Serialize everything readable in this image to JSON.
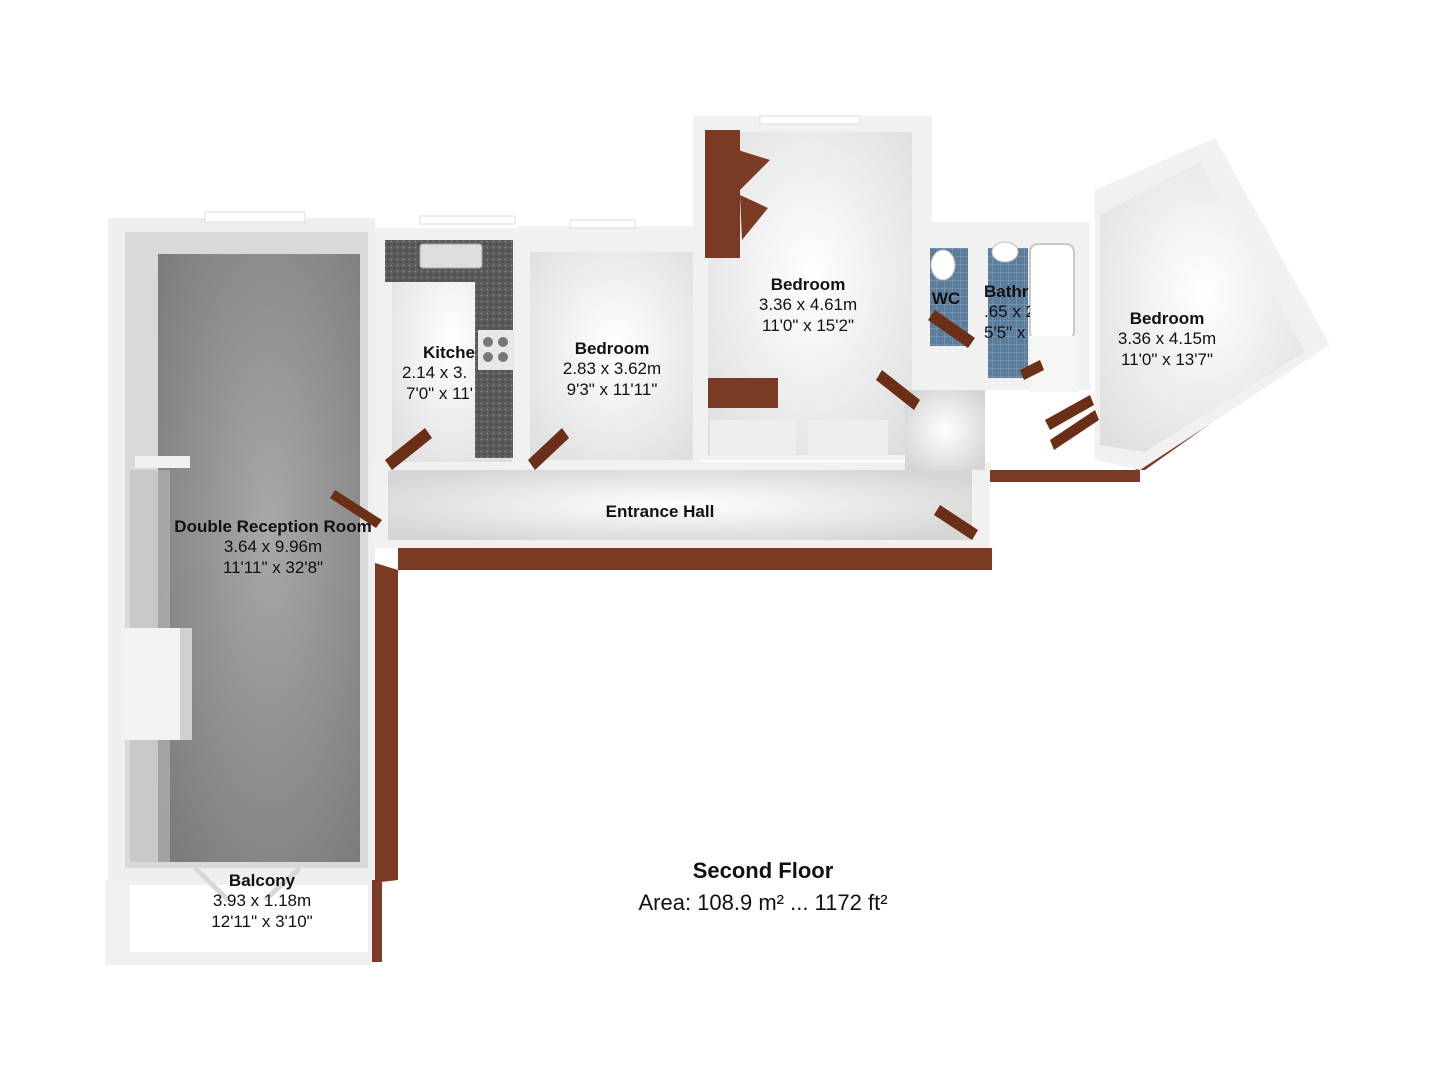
{
  "floor": {
    "title": "Second Floor",
    "area": "Area: 108.9 m² ... 1172 ft²"
  },
  "rooms": {
    "reception": {
      "name": "Double Reception Room",
      "metric": "3.64 x 9.96m",
      "imperial": "11'11\" x 32'8\""
    },
    "balcony": {
      "name": "Balcony",
      "metric": "3.93 x 1.18m",
      "imperial": "12'11\" x 3'10\""
    },
    "kitchen": {
      "name": "Kitchen",
      "metric": "2.14 x 3.",
      "imperial": "7'0\" x 11'"
    },
    "bedroom1": {
      "name": "Bedroom",
      "metric": "2.83 x 3.62m",
      "imperial": "9'3\" x 11'11\""
    },
    "bedroom2": {
      "name": "Bedroom",
      "metric": "3.36 x 4.61m",
      "imperial": "11'0\" x 15'2\""
    },
    "wc": {
      "name": "WC"
    },
    "bathroom": {
      "name": "Bathr",
      "metric": ".65 x 2",
      "imperial": "5'5\" x"
    },
    "bedroom3": {
      "name": "Bedroom",
      "metric": "3.36 x 4.15m",
      "imperial": "11'0\" x 13'7\""
    },
    "hall": {
      "name": "Entrance Hall"
    }
  },
  "colors": {
    "wall_top": "#f4f4f4",
    "wall_side": "#7a3a24",
    "reception_floor": "#8e8e8e",
    "room_floor": "#ffffff",
    "worktop": "#5e5e5e",
    "door": "#6b2e16",
    "tile": "#5b7a9a"
  }
}
